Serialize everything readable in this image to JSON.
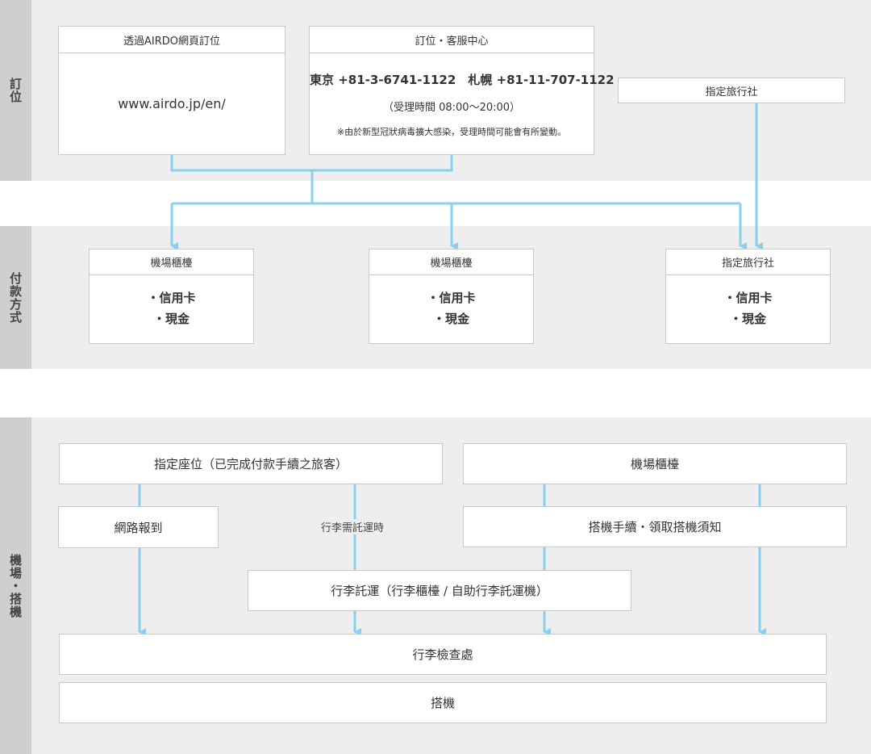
{
  "sections": {
    "booking": "訂位",
    "payment": "付款方式",
    "airport": "機場・搭機"
  },
  "booking": {
    "web": {
      "header": "透過AIRDO網頁訂位",
      "url": "www.airdo.jp/en/"
    },
    "call_center": {
      "header": "訂位・客服中心",
      "phones": "東京 +81-3-6741-1122　札幌 +81-11-707-1122",
      "hours": "（受理時間 08:00～20:00）",
      "note": "※由於新型冠狀病毒擴大感染，受理時間可能會有所變動。"
    },
    "agency": {
      "label": "指定旅行社"
    }
  },
  "payment": {
    "options": [
      {
        "header": "機場櫃檯",
        "items": [
          "・信用卡",
          "・現金"
        ]
      },
      {
        "header": "機場櫃檯",
        "items": [
          "・信用卡",
          "・現金"
        ]
      },
      {
        "header": "指定旅行社",
        "items": [
          "・信用卡",
          "・現金"
        ]
      }
    ]
  },
  "airport": {
    "reserved_seat": "指定座位（已完成付款手續之旅客）",
    "counter": "機場櫃檯",
    "web_checkin": "網路報到",
    "baggage_needed": "行李需託運時",
    "checkin_procedure": "搭機手續・領取搭機須知",
    "baggage_checkin": "行李託運（行李櫃檯 / 自助行李託運機）",
    "security": "行李檢查處",
    "boarding": "搭機"
  },
  "colors": {
    "arrow": "#88cff0",
    "band": "#eeeeee",
    "label_band": "#cfcfcf"
  }
}
